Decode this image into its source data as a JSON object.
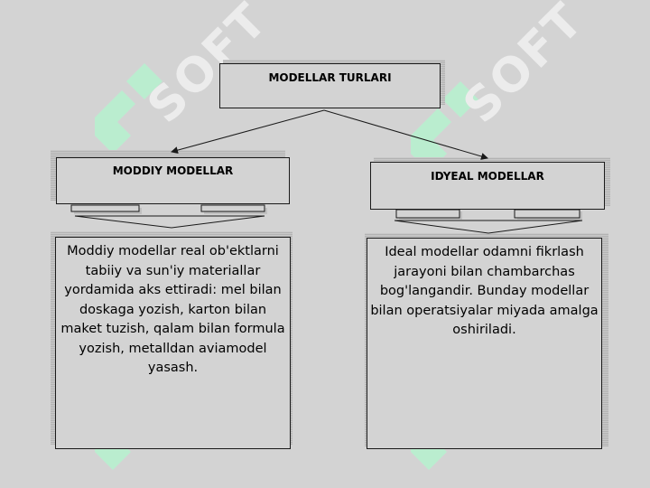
{
  "watermark": {
    "text": "SOFT",
    "color": "#b8f0cf"
  },
  "top_node": {
    "label": "MODELLAR TURLARI"
  },
  "left_node": {
    "label": "MODDIY MODELLAR",
    "description": "Moddiy modellar real ob'ektlarni tabiiy va sun'iy materiallar yordamida aks ettiradi: mel bilan doskaga yozish, karton bilan maket tuzish, qalam bilan formula yozish, metalldan aviamodel yasash."
  },
  "right_node": {
    "label": "IDYEAL MODELLAR",
    "description": "Ideal modellar odamni fikrlash jarayoni bilan chambarchas bog'langandir. Bunday modellar bilan operatsiyalar miyada amalga oshiriladi."
  }
}
